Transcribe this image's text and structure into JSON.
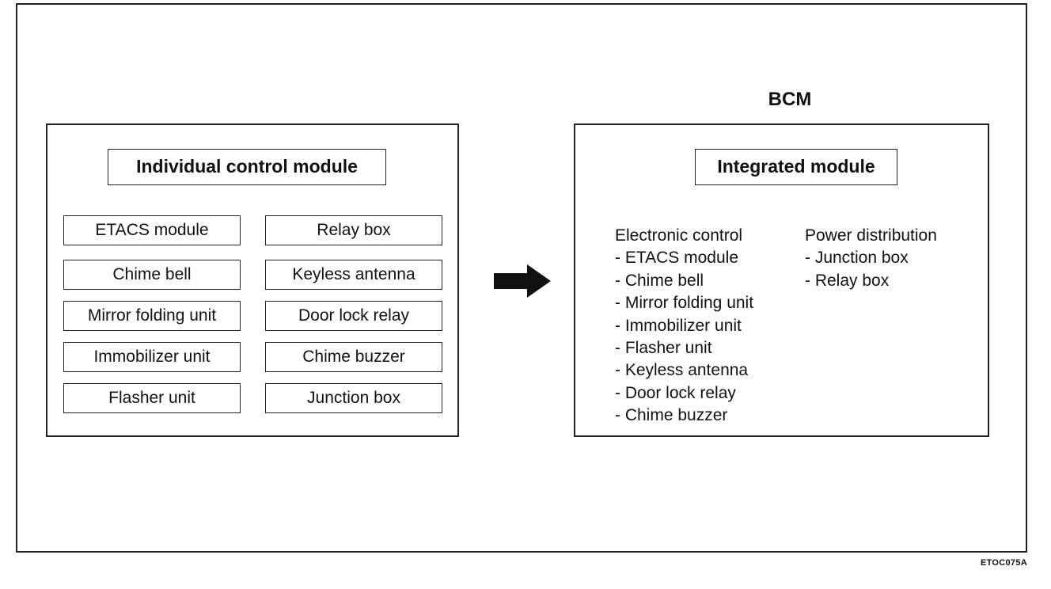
{
  "left_panel": {
    "title": "Individual control module",
    "units": [
      "ETACS module",
      "Relay box",
      "Chime bell",
      "Keyless antenna",
      "Mirror folding unit",
      "Door lock relay",
      "Immobilizer unit",
      "Chime buzzer",
      "Flasher unit",
      "Junction box"
    ]
  },
  "right_panel": {
    "label": "BCM",
    "title": "Integrated module",
    "electronic_control": {
      "heading": "Electronic control",
      "items": [
        "- ETACS module",
        "- Chime bell",
        "- Mirror folding unit",
        "- Immobilizer unit",
        "- Flasher unit",
        "- Keyless antenna",
        "- Door lock relay",
        "- Chime buzzer"
      ]
    },
    "power_distribution": {
      "heading": "Power distribution",
      "items": [
        "- Junction box",
        "- Relay box"
      ]
    }
  },
  "figure_code": "ETOC075A",
  "arrow_icon": "right-arrow-icon",
  "colors": {
    "ink": "#111111",
    "background": "#ffffff"
  }
}
